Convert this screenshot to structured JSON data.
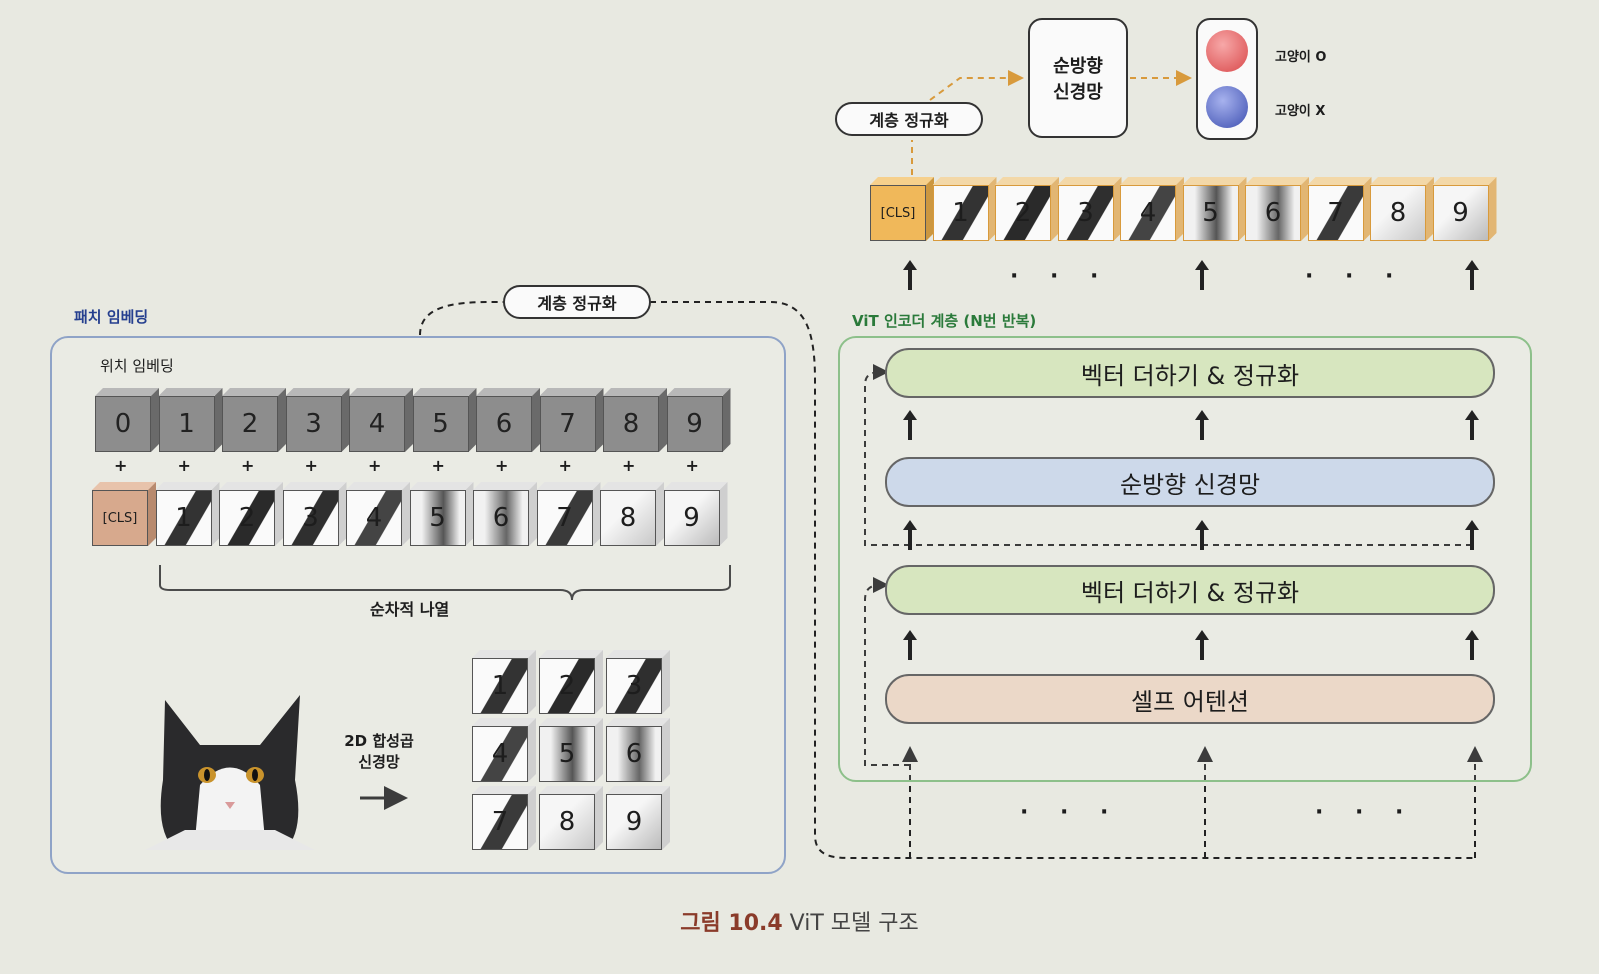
{
  "caption": {
    "number": "그림 10.4",
    "title": "ViT 모델 구조"
  },
  "patch_embedding": {
    "title": "패치 임베딩",
    "position_embedding_label": "위치 임베딩",
    "position_indices": [
      "0",
      "1",
      "2",
      "3",
      "4",
      "5",
      "6",
      "7",
      "8",
      "9"
    ],
    "plus_sign": "+",
    "patch_tokens": [
      "[CLS]",
      "1",
      "2",
      "3",
      "4",
      "5",
      "6",
      "7",
      "8",
      "9"
    ],
    "sequence_label": "순차적 나열",
    "conv_label_line1": "2D 합성곱",
    "conv_label_line2": "신경망",
    "grid_patches": [
      "1",
      "2",
      "3",
      "4",
      "5",
      "6",
      "7",
      "8",
      "9"
    ]
  },
  "layer_norm_tags": {
    "left": "계층 정규화",
    "top": "계층 정규화"
  },
  "encoder": {
    "title": "ViT 인코더 계층 (N번 반복)",
    "blocks": {
      "add_norm_top": "벡터 더하기 & 정규화",
      "feed_forward": "순방향 신경망",
      "add_norm_bottom": "벡터 더하기 & 정규화",
      "self_attention": "셀프 어텐션"
    },
    "dots": "· · ·"
  },
  "output": {
    "tokens": [
      "[CLS]",
      "1",
      "2",
      "3",
      "4",
      "5",
      "6",
      "7",
      "8",
      "9"
    ],
    "ffn_line1": "순방향",
    "ffn_line2": "신경망",
    "class_yes": "고양이 O",
    "class_no": "고양이 X",
    "class_yes_color": "#d9484a",
    "class_no_color": "#3d4fb0"
  },
  "colors": {
    "orange_dashed": "#d89a3c",
    "green_panel": "#8dc08a",
    "blue_panel": "#8fa3c7"
  }
}
